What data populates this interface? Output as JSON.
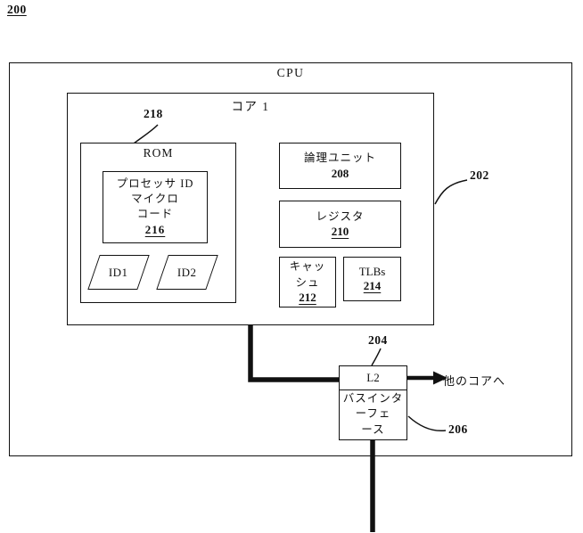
{
  "style": {
    "ink": "#111111",
    "paper": "#ffffff"
  },
  "figure": {
    "ref_label": "200",
    "cpu": {
      "title": "CPU",
      "ref": "202",
      "core": {
        "title": "コア 1",
        "rom": {
          "title": "ROM",
          "ref": "218",
          "microcode": {
            "line1": "プロセッサ ID",
            "line2": "マイクロ",
            "line3": "コード",
            "ref": "216"
          },
          "id1": "ID1",
          "id2": "ID2"
        },
        "logic_unit": {
          "label": "論理ユニット",
          "ref": "208"
        },
        "registers": {
          "label": "レジスタ",
          "ref": "210"
        },
        "cache": {
          "line1": "キャッ",
          "line2": "シュ",
          "ref": "212"
        },
        "tlbs": {
          "label": "TLBs",
          "ref": "214"
        }
      },
      "l2": {
        "label": "L2",
        "ref": "204"
      },
      "bus_interface": {
        "line1": "バスインタ",
        "line2": "ーフェ",
        "line3": "ース",
        "ref": "206"
      },
      "to_other_cores_label": "他のコアへ"
    }
  }
}
